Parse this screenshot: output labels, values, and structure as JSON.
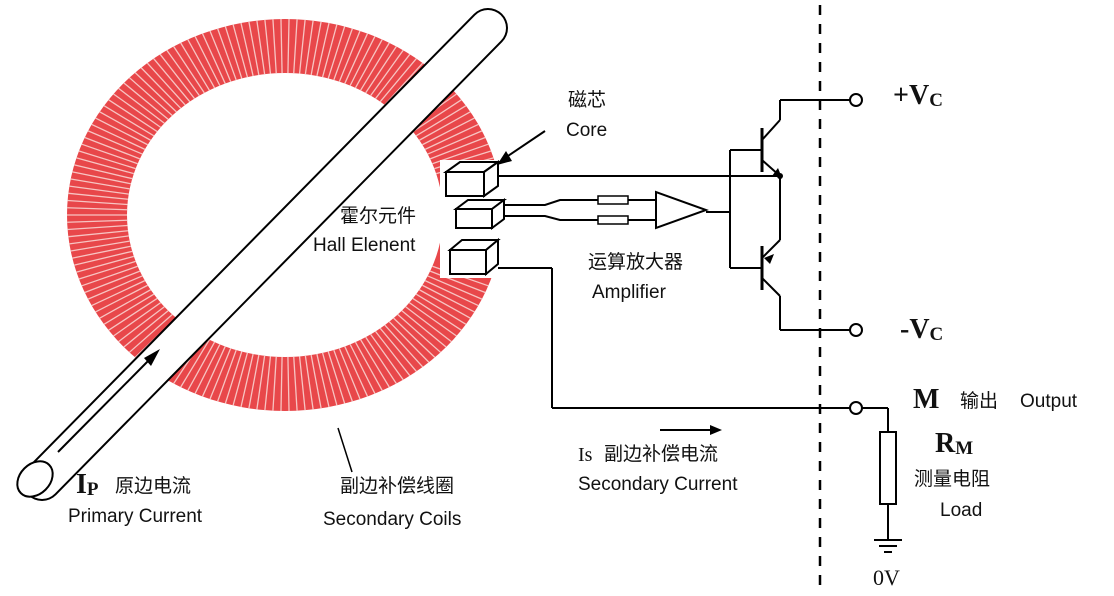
{
  "labels": {
    "core_cn": "磁芯",
    "core_en": "Core",
    "hall_cn": "霍尔元件",
    "hall_en": "Hall Elenent",
    "amp_cn": "运算放大器",
    "amp_en": "Amplifier",
    "vplus_main": "+V",
    "vplus_sub": "C",
    "vminus_main": "-V",
    "vminus_sub": "C",
    "m_main": "M",
    "m_cn": "输出",
    "m_en": "Output",
    "rm_main": "R",
    "rm_sub": "M",
    "rm_cn": "测量电阻",
    "rm_en": "Load",
    "ground": "0V",
    "ip_main": "I",
    "ip_sub": "P",
    "ip_cn": "原边电流",
    "ip_en": "Primary Current",
    "coils_cn": "副边补偿线圈",
    "coils_en": "Secondary Coils",
    "is_main": "Is",
    "is_cn": "副边补偿电流",
    "is_en": "Secondary Current"
  },
  "colors": {
    "coil": "#e8474a",
    "coil_stripe": "#f7c4c2",
    "line": "#000000"
  }
}
